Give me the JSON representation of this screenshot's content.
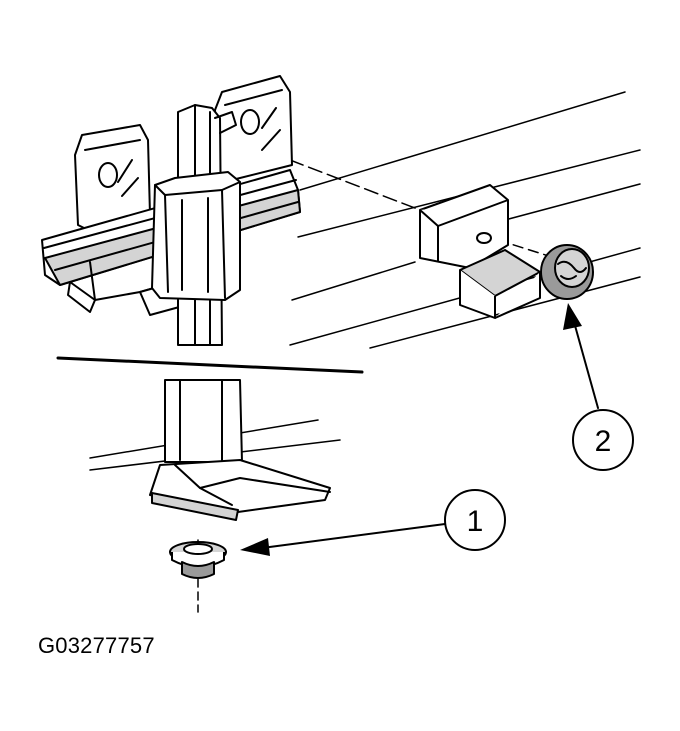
{
  "figure": {
    "id_label": "G03277757"
  },
  "callouts": [
    {
      "number": "1",
      "part": "lower-nut"
    },
    {
      "number": "2",
      "part": "upper-nut"
    }
  ],
  "colors": {
    "line": "#000000",
    "background": "#ffffff",
    "shade": "#d4d4d4"
  }
}
